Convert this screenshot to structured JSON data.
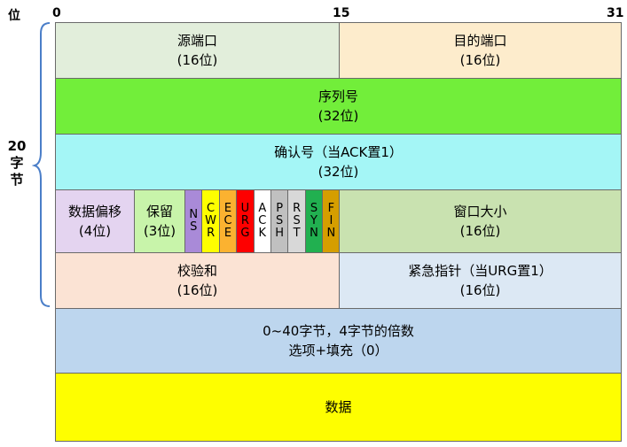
{
  "header": {
    "unit_label": "位",
    "bit_0": "0",
    "bit_15": "15",
    "bit_31": "31"
  },
  "brace": {
    "label_line1": "20",
    "label_line2": "字",
    "label_line3": "节"
  },
  "fields": {
    "source_port": {
      "name": "源端口",
      "size": "(16位)",
      "color": "#e2eedb"
    },
    "dest_port": {
      "name": "目的端口",
      "size": "(16位)",
      "color": "#fdeccc"
    },
    "seq_num": {
      "name": "序列号",
      "size": "(32位)",
      "color": "#72ee3a"
    },
    "ack_num": {
      "name": "确认号（当ACK置1）",
      "size": "(32位)",
      "color": "#a4f6f6"
    },
    "data_offset": {
      "name": "数据偏移",
      "size": "(4位)",
      "color": "#e4d4f0"
    },
    "reserved": {
      "name": "保留",
      "size": "(3位)",
      "color": "#c8f4aa"
    },
    "window": {
      "name": "窗口大小",
      "size": "(16位)",
      "color": "#c9e2b0"
    },
    "checksum": {
      "name": "校验和",
      "size": "(16位)",
      "color": "#fbe3d4"
    },
    "urgent_ptr": {
      "name": "紧急指针（当URG置1）",
      "size": "(16位)",
      "color": "#dce8f4"
    },
    "options": {
      "line1": "0~40字节，4字节的倍数",
      "line2": "选项+填充（0）",
      "color": "#bdd6ee"
    },
    "data": {
      "name": "数据",
      "color": "#fefe00"
    }
  },
  "flags": [
    {
      "key": "ns",
      "letters": [
        "N",
        "S"
      ],
      "color": "#a98ad8"
    },
    {
      "key": "cwr",
      "letters": [
        "C",
        "W",
        "R"
      ],
      "color": "#fefe00"
    },
    {
      "key": "ece",
      "letters": [
        "E",
        "C",
        "E"
      ],
      "color": "#fbb230"
    },
    {
      "key": "urg",
      "letters": [
        "U",
        "R",
        "G"
      ],
      "color": "#fe0000"
    },
    {
      "key": "ack",
      "letters": [
        "A",
        "C",
        "K"
      ],
      "color": "#ffffff"
    },
    {
      "key": "psh",
      "letters": [
        "P",
        "S",
        "H"
      ],
      "color": "#c0c0c0"
    },
    {
      "key": "rst",
      "letters": [
        "R",
        "S",
        "T"
      ],
      "color": "#d8d8d8"
    },
    {
      "key": "syn",
      "letters": [
        "S",
        "Y",
        "N"
      ],
      "color": "#21b050"
    },
    {
      "key": "fin",
      "letters": [
        "F",
        "I",
        "N"
      ],
      "color": "#d59e00"
    }
  ]
}
